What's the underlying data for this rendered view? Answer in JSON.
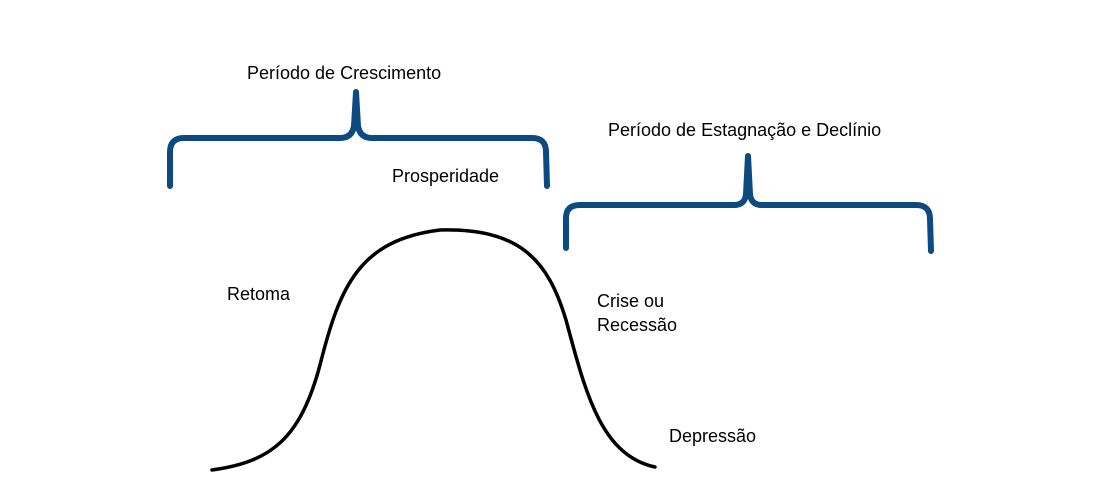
{
  "colors": {
    "brace": "#0d4a80",
    "curve": "#000000",
    "text": "#000000",
    "background": "#ffffff"
  },
  "periods": {
    "growth": "Período de Crescimento",
    "stagnation": "Período de Estagnação e Declínio"
  },
  "phases": {
    "prosperity": "Prosperidade",
    "recovery": "Retoma",
    "crisis_line1": "Crise ou",
    "crisis_line2": "Recessão",
    "depression": "Depressão"
  }
}
